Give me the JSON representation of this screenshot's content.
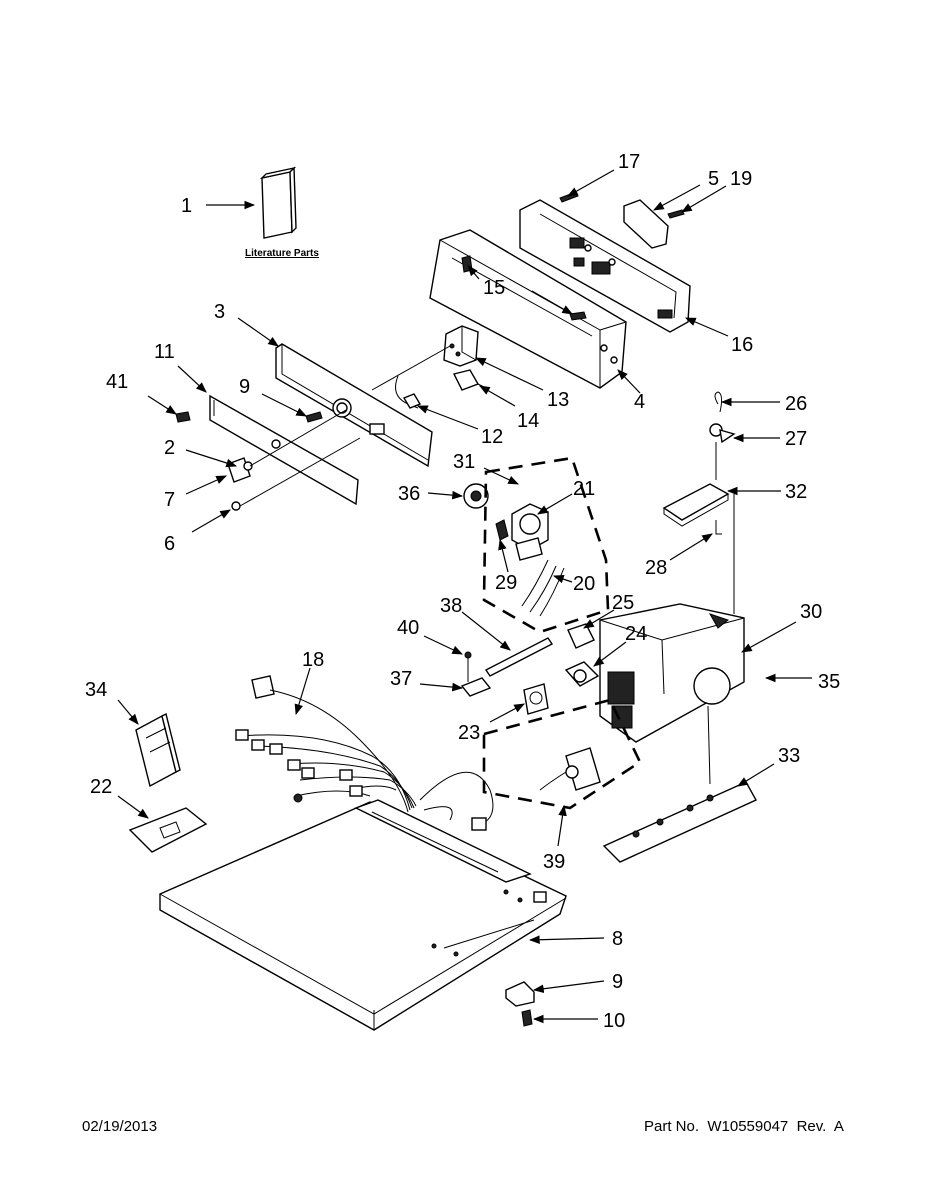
{
  "literature_label": "Literature Parts",
  "footer": {
    "date": "02/19/2013",
    "part_number": "Part No.  W10559047  Rev.  A"
  },
  "callouts": [
    "1",
    "17",
    "5",
    "19",
    "15",
    "16",
    "3",
    "11",
    "13",
    "14",
    "4",
    "41",
    "9",
    "12",
    "2",
    "7",
    "6",
    "26",
    "27",
    "31",
    "36",
    "21",
    "32",
    "29",
    "20",
    "28",
    "38",
    "25",
    "40",
    "24",
    "30",
    "18",
    "37",
    "35",
    "34",
    "23",
    "33",
    "22",
    "39",
    "8",
    "9",
    "10"
  ]
}
